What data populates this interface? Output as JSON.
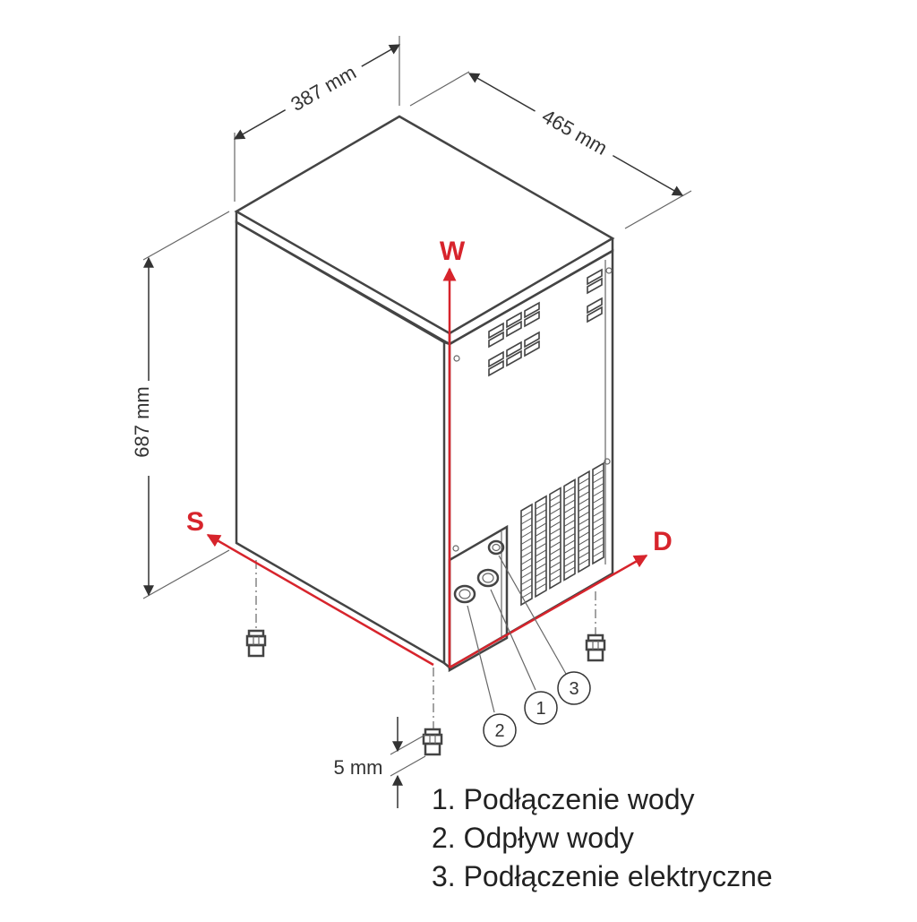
{
  "dimensions": {
    "width": "387 mm",
    "depth": "465 mm",
    "height": "687 mm",
    "foot_adjust": "5 mm"
  },
  "axes": {
    "up": "W",
    "left": "S",
    "right": "D"
  },
  "colors": {
    "accent": "#d7242c",
    "line": "#444444",
    "background": "#ffffff"
  },
  "callouts": [
    {
      "id": "1"
    },
    {
      "id": "2"
    },
    {
      "id": "3"
    }
  ],
  "legend": [
    "1. Podłączenie wody",
    "2. Odpływ wody",
    "3. Podłączenie elektryczne"
  ]
}
